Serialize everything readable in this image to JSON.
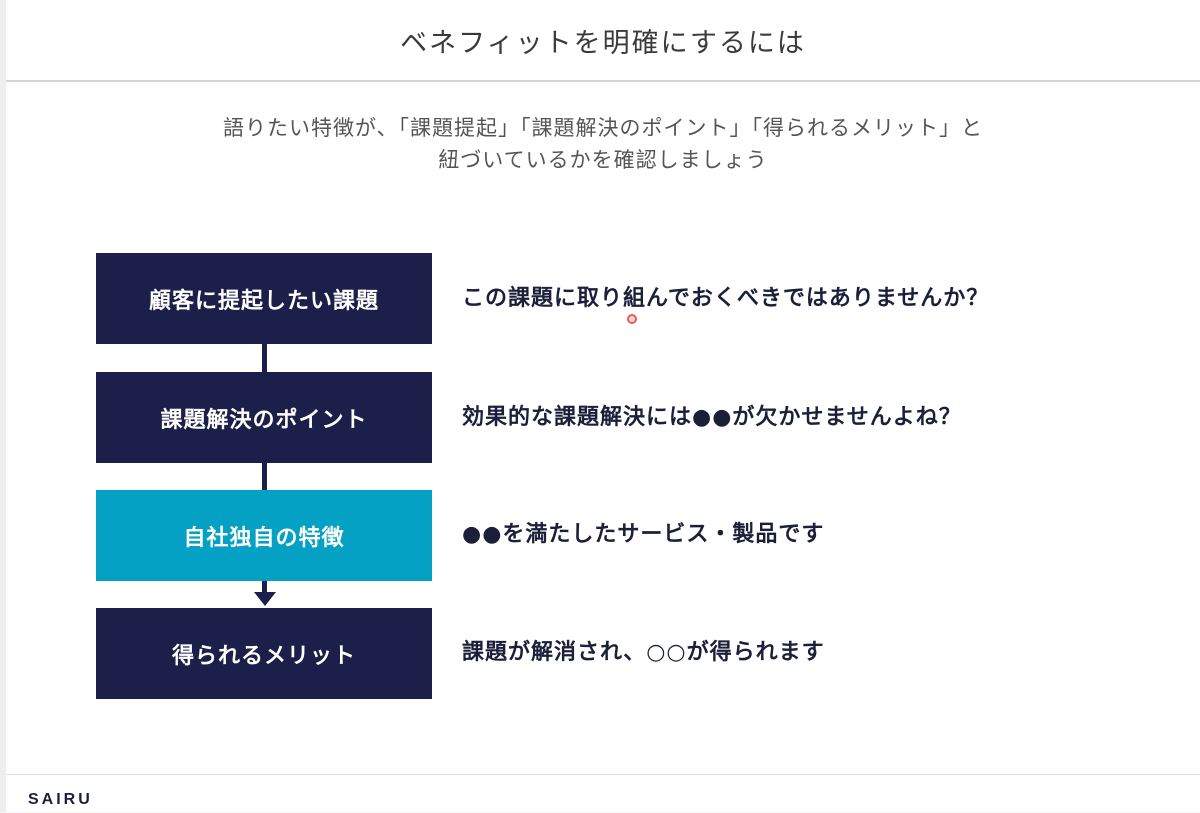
{
  "header": {
    "title": "ベネフィットを明確にするには"
  },
  "subtitle": {
    "line1": "語りたい特徴が、「課題提起」「課題解決のポイント」「得られるメリット」と",
    "line2": "紐づいているかを確認しましょう"
  },
  "flow": [
    {
      "label": "顧客に提起したい課題",
      "description": "この課題に取り組んでおくべきではありませんか？",
      "highlighted": false
    },
    {
      "label": "課題解決のポイント",
      "description": "効果的な課題解決には●●が欠かせませんよね？",
      "highlighted": false
    },
    {
      "label": "自社独自の特徴",
      "description": "●●を満たしたサービス・製品です",
      "highlighted": true
    },
    {
      "label": "得られるメリット",
      "description": "課題が解消され、○○が得られます",
      "highlighted": false
    }
  ],
  "colors": {
    "navy": "#1b1f49",
    "accent": "#05a1c4"
  },
  "footer": {
    "logo": "SAIRU"
  }
}
